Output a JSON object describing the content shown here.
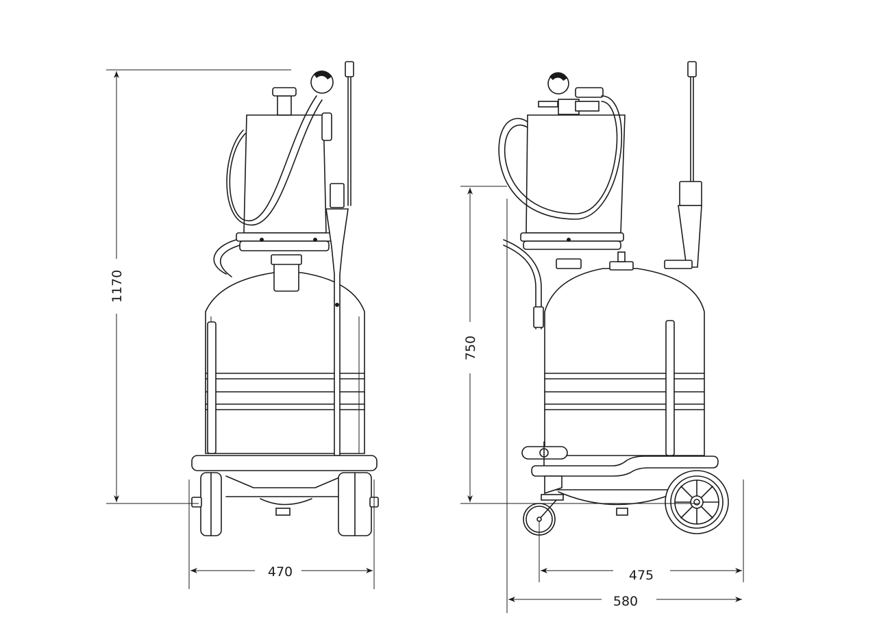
{
  "drawing": {
    "views": [
      "front-view",
      "side-view"
    ],
    "dimensions": {
      "overall_height": "1170",
      "tank_height": "750",
      "front_width": "470",
      "wheelbase": "475",
      "overall_depth": "580"
    },
    "line_color": "#1a1a1a",
    "background": "#ffffff"
  }
}
